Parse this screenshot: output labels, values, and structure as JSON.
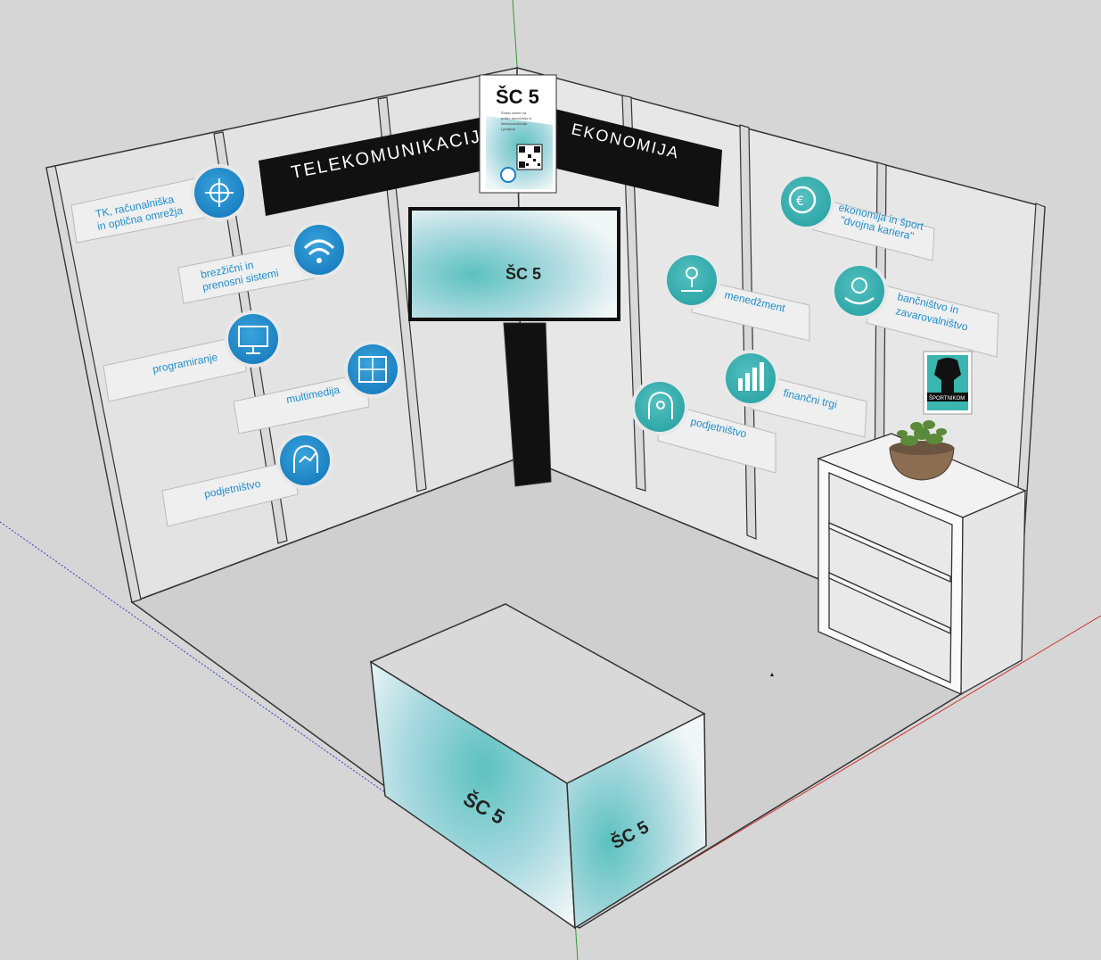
{
  "scene": {
    "background": "#d6d6d6",
    "accent": "#1f8fc9",
    "teal": "#5cc1bf"
  },
  "headers": {
    "left": "TELEKOMUNIKACIJE",
    "right": "EKONOMIJA"
  },
  "poster": {
    "brand": "ŠC 5",
    "line1": "Šolski center za",
    "line2": "pošto, ekonomijo in",
    "line3": "telekomunikacije",
    "line4": "Ljubljana"
  },
  "screen": {
    "brand": "ŠC 5"
  },
  "counter": {
    "brand_front": "ŠC 5",
    "brand_side": "ŠC 5"
  },
  "left_wall": {
    "items": [
      {
        "label_line1": "TK, računalniška",
        "label_line2": "in optična omrežja",
        "icon": "network-icon"
      },
      {
        "label_line1": "brezžični in",
        "label_line2": "prenosni sistemi",
        "icon": "wifi-icon"
      },
      {
        "label_line1": "programiranje",
        "label_line2": "",
        "icon": "code-monitor-icon"
      },
      {
        "label_line1": "multimedija",
        "label_line2": "",
        "icon": "multimedia-icon"
      },
      {
        "label_line1": "podjetništvo",
        "label_line2": "",
        "icon": "head-idea-icon"
      }
    ]
  },
  "right_wall": {
    "items": [
      {
        "label_line1": "ekonomija in šport",
        "label_line2": "\"dvojna kariera\"",
        "icon": "euro-ball-icon"
      },
      {
        "label_line1": "menedžment",
        "label_line2": "",
        "icon": "management-icon"
      },
      {
        "label_line1": "bančništvo in",
        "label_line2": "zavarovalništvo",
        "icon": "hand-money-icon"
      },
      {
        "label_line1": "finančni trgi",
        "label_line2": "",
        "icon": "bar-chart-icon"
      },
      {
        "label_line1": "podjetništvo",
        "label_line2": "",
        "icon": "head-idea-icon"
      }
    ]
  },
  "logo_badge": {
    "text": "ŠPORTNIKOM"
  }
}
